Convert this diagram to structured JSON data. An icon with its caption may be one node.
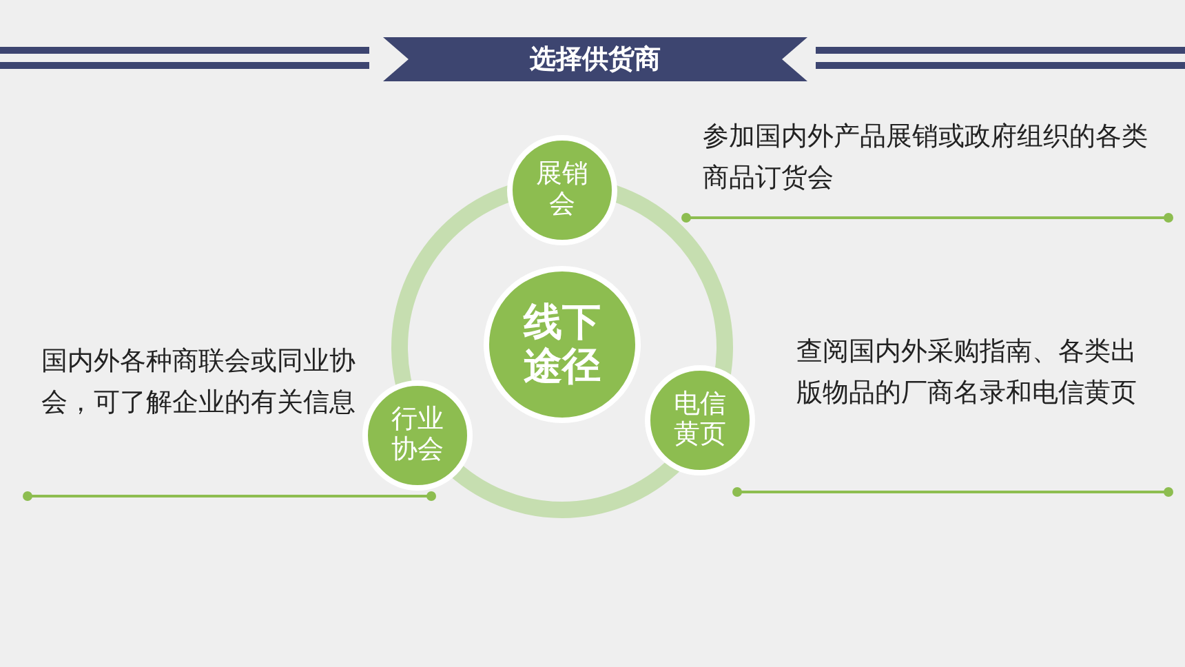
{
  "diagram": {
    "title": "选择供货商",
    "nodes": [
      {
        "text": [
          "线下途径"
        ]
      },
      {
        "text": [
          "展销会"
        ],
        "beside": [
          "参加国内外产品展销或政府组织的各类商品订货会"
        ]
      },
      {
        "text": [
          "电信黄页"
        ],
        "beside": [
          "查阅国内外采购指南、各类出版物品的厂商名录和电信黄页"
        ]
      },
      {
        "text": [
          "行业协会"
        ],
        "beside": [
          "国内外各种商联会或同业协会，可了解企业的有关信息"
        ]
      }
    ]
  }
}
